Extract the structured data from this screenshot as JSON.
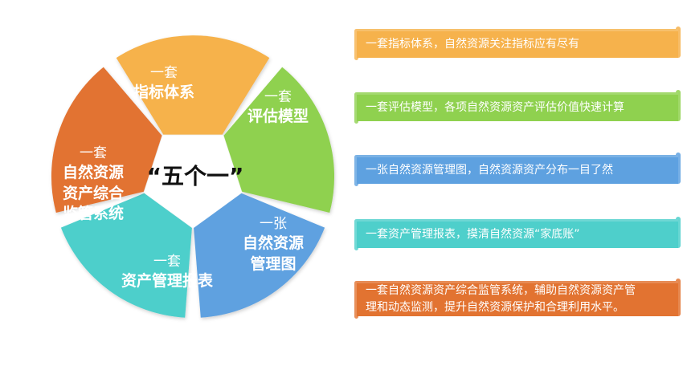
{
  "center": {
    "title": "“五个一”"
  },
  "segments": [
    {
      "id": "indicator",
      "color": "#F6B24C",
      "small": "一套",
      "big": [
        "指标体系"
      ]
    },
    {
      "id": "model",
      "color": "#8FD14F",
      "small": "一套",
      "big": [
        "评估模型"
      ]
    },
    {
      "id": "map",
      "color": "#5EA1E0",
      "small": "一张",
      "big": [
        "自然资源",
        "管理图"
      ]
    },
    {
      "id": "report",
      "color": "#4ECFCB",
      "small": "一套",
      "big": [
        "资产管理报表"
      ]
    },
    {
      "id": "system",
      "color": "#E27331",
      "small": "一套",
      "big": [
        "自然资源",
        "资产综合",
        "监管系统"
      ]
    }
  ],
  "banners": [
    {
      "color": "#F6B24C",
      "lines": [
        "一套指标体系，自然资源关注指标应有尽有"
      ]
    },
    {
      "color": "#8FD14F",
      "lines": [
        "一套评估模型，各项自然资源资产评估价值快速计算"
      ]
    },
    {
      "color": "#5EA1E0",
      "lines": [
        "一张自然资源管理图，自然资源资产分布一目了然"
      ]
    },
    {
      "color": "#4ECFCB",
      "lines": [
        "一套资产管理报表，摸清自然资源“家底账”"
      ]
    },
    {
      "color": "#E27331",
      "lines": [
        "一套自然资源资产综合监管系统，辅助自然资源资产管",
        "理和动态监测，提升自然资源保护和合理利用水平。"
      ]
    }
  ]
}
